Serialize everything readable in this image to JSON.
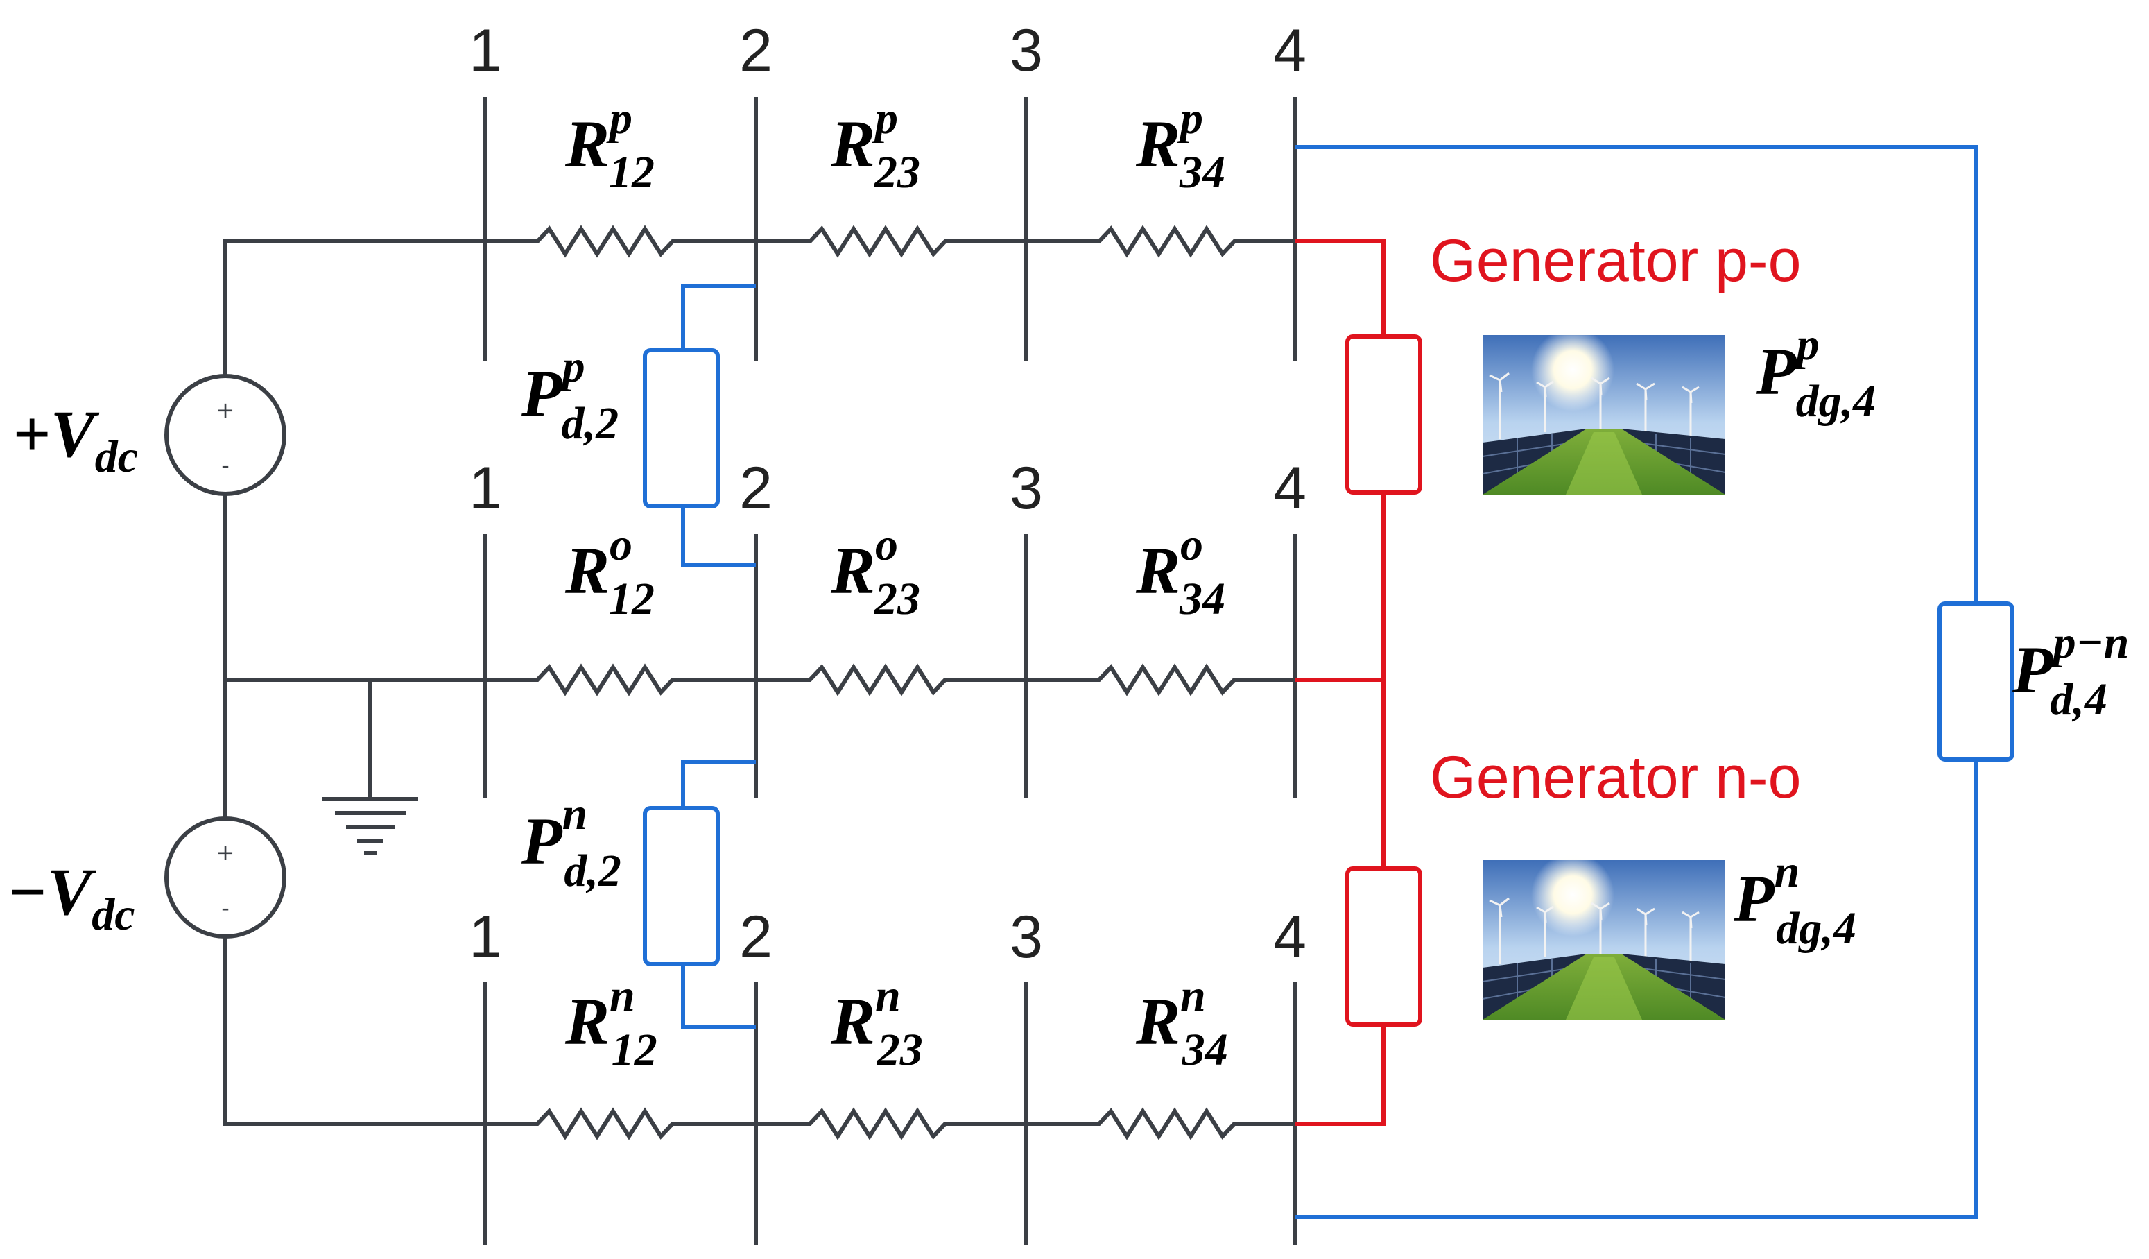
{
  "node_numbers": {
    "top": [
      "1",
      "2",
      "3",
      "4"
    ],
    "mid": [
      "1",
      "2",
      "3",
      "4"
    ],
    "bot": [
      "1",
      "2",
      "3",
      "4"
    ]
  },
  "resistors": {
    "p": [
      {
        "main": "R",
        "sup": "p",
        "sub": "12"
      },
      {
        "main": "R",
        "sup": "p",
        "sub": "23"
      },
      {
        "main": "R",
        "sup": "p",
        "sub": "34"
      }
    ],
    "o": [
      {
        "main": "R",
        "sup": "o",
        "sub": "12"
      },
      {
        "main": "R",
        "sup": "o",
        "sub": "23"
      },
      {
        "main": "R",
        "sup": "o",
        "sub": "34"
      }
    ],
    "n": [
      {
        "main": "R",
        "sup": "n",
        "sub": "12"
      },
      {
        "main": "R",
        "sup": "n",
        "sub": "23"
      },
      {
        "main": "R",
        "sup": "n",
        "sub": "34"
      }
    ]
  },
  "loads": {
    "p_d2": {
      "main": "P",
      "sup": "p",
      "sub": "d,2"
    },
    "n_d2": {
      "main": "P",
      "sup": "n",
      "sub": "d,2"
    },
    "pn_d4": {
      "main": "P",
      "sup": "p−n",
      "sub": "d,4"
    },
    "p_dg4": {
      "main": "P",
      "sup": "p",
      "sub": "dg,4"
    },
    "n_dg4": {
      "main": "P",
      "sup": "n",
      "sub": "dg,4"
    }
  },
  "sources": {
    "plus": {
      "label_main": "+V",
      "label_sub": "dc",
      "pos": "+",
      "neg": "-"
    },
    "minus": {
      "label_main": "−V",
      "label_sub": "dc",
      "pos": "+",
      "neg": "-"
    }
  },
  "generators": {
    "po": "Generator p-o",
    "no": "Generator n-o"
  },
  "colors": {
    "wire": "#3b3f45",
    "load_blue": "#1f6fd6",
    "generator_red": "#e0141e"
  },
  "icons": {
    "ground": "ground-icon",
    "pv_wind": "solar-wind-photo-icon"
  }
}
